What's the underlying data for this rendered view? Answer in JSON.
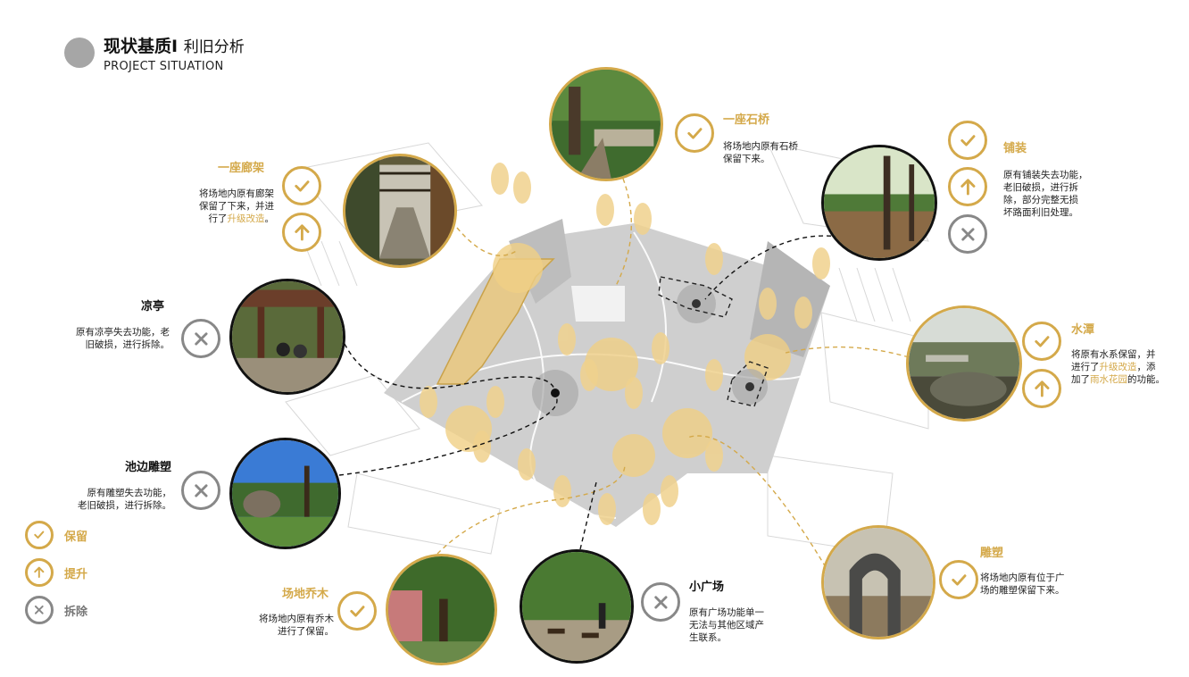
{
  "header": {
    "title_main": "现状基质",
    "title_sep": "I",
    "title_sub": "利旧分析",
    "title_en": "PROJECT SITUATION"
  },
  "legend": [
    {
      "type": "keep",
      "label": "保留",
      "icon": "check-icon"
    },
    {
      "type": "upgrade",
      "label": "提升",
      "icon": "arrow-up-icon"
    },
    {
      "type": "remove",
      "label": "拆除",
      "icon": "cross-icon"
    }
  ],
  "items": {
    "pergola": {
      "title": "一座廊架",
      "desc_1": "将场地内原有廊架",
      "desc_2": "保留了下来，并进",
      "desc_3a": "行了",
      "desc_3b": "升级改造",
      "desc_3c": "。"
    },
    "bridge": {
      "title": "一座石桥",
      "desc_1": "将场地内原有石桥",
      "desc_2": "保留下来。"
    },
    "paving": {
      "title": "铺装",
      "desc_1": "原有铺装失去功能，",
      "desc_2": "老旧破损，进行拆",
      "desc_3": "除，部分完整无损",
      "desc_4": "坏路面利旧处理。"
    },
    "pavilion": {
      "title": "凉亭",
      "desc_1": "原有凉亭失去功能，老",
      "desc_2": "旧破损，进行拆除。"
    },
    "pond": {
      "title": "水潭",
      "desc_1": "将原有水系保留，并",
      "desc_2a": "进行了",
      "desc_2b": "升级改造",
      "desc_2c": "，添",
      "desc_3a": "加了",
      "desc_3b": "雨水花园",
      "desc_3c": "的功能。"
    },
    "pool_sculpture": {
      "title": "池边雕塑",
      "desc_1": "原有雕塑失去功能，",
      "desc_2": "老旧破损，进行拆除。"
    },
    "sculpture": {
      "title": "雕塑",
      "desc_1": "将场地内原有位于广",
      "desc_2": "场的雕塑保留下来。"
    },
    "trees": {
      "title": "场地乔木",
      "desc_1": "将场地内原有乔木",
      "desc_2": "进行了保留。"
    },
    "plaza": {
      "title": "小广场",
      "desc_1": "原有广场功能单一",
      "desc_2": "无法与其他区域产",
      "desc_3": "生联系。"
    }
  },
  "colors": {
    "gold": "#d4a94a",
    "grey": "#888888",
    "dark": "#111111"
  }
}
